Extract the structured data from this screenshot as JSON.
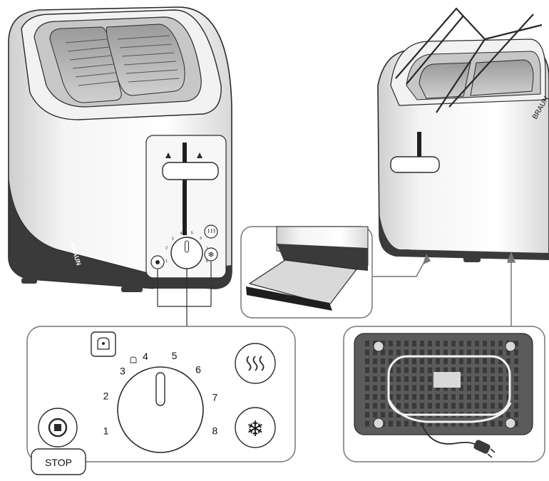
{
  "toaster_front": {
    "brand_text": "BRAUN",
    "dial_numbers_small": [
      "1",
      "2",
      "3",
      "4",
      "5",
      "6",
      "7",
      "8"
    ]
  },
  "control_panel": {
    "dial_numbers": [
      "1",
      "2",
      "3",
      "4",
      "5",
      "6",
      "7",
      "8"
    ],
    "stop_label": "STOP",
    "icons": [
      "bun-warmer-icon",
      "reheat-icon",
      "defrost-icon",
      "stop-icon"
    ]
  },
  "crumb_tray_inset": {
    "icons": [
      "crumb-tray"
    ]
  },
  "base_inset": {
    "icons": [
      "cord-storage-base",
      "power-plug"
    ]
  },
  "colors": {
    "line": "#2a2a2a",
    "dark_plastic": "#3a3a3a",
    "base_gray": "#5b5b5b",
    "light_gray": "#d9d9d9"
  }
}
